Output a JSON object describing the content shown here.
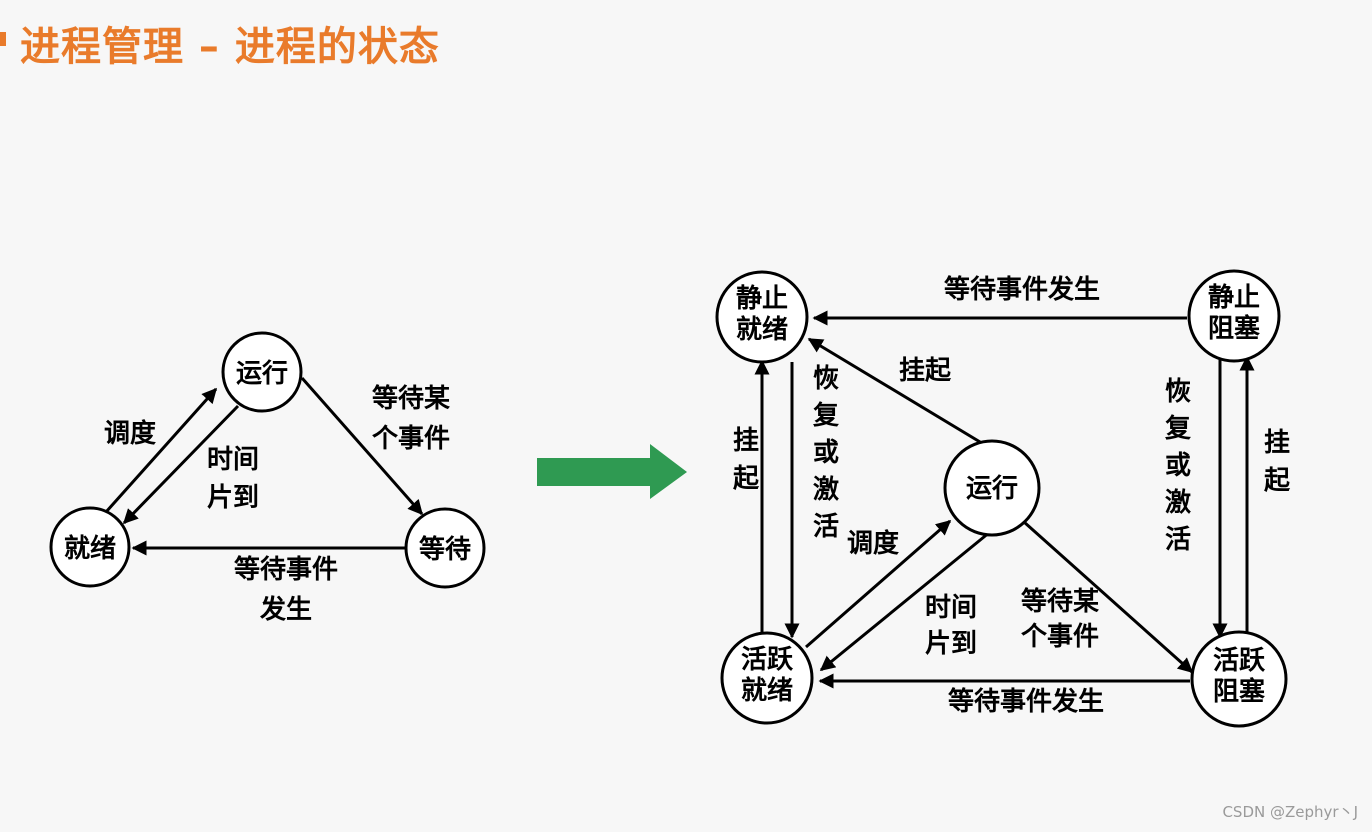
{
  "title": "进程管理 – 进程的状态",
  "watermark": "CSDN @Zephyr丶J",
  "colors": {
    "title": "#e97b2b",
    "arrow_green": "#2f9a52",
    "stroke": "#000000"
  },
  "left": {
    "nodes": {
      "running": "运行",
      "ready": "就绪",
      "waiting": "等待"
    },
    "edges": {
      "schedule": "调度",
      "timeslice_l1": "时间",
      "timeslice_l2": "片到",
      "wait_event_l1": "等待某",
      "wait_event_l2": "个事件",
      "event_occurs_l1": "等待事件",
      "event_occurs_l2": "发生"
    }
  },
  "right": {
    "nodes": {
      "static_ready_l1": "静止",
      "static_ready_l2": "就绪",
      "static_blocked_l1": "静止",
      "static_blocked_l2": "阻塞",
      "running": "运行",
      "active_ready_l1": "活跃",
      "active_ready_l2": "就绪",
      "active_blocked_l1": "活跃",
      "active_blocked_l2": "阻塞"
    },
    "edges": {
      "event_occurs_top": "等待事件发生",
      "event_occurs_bottom": "等待事件发生",
      "suspend_from_running": "挂起",
      "suspend_left": [
        "挂",
        "起"
      ],
      "resume_left": [
        "恢",
        "复",
        "或",
        "激",
        "活"
      ],
      "resume_right": [
        "恢",
        "复",
        "或",
        "激",
        "活"
      ],
      "suspend_right": [
        "挂",
        "起"
      ],
      "schedule": "调度",
      "timeslice_l1": "时间",
      "timeslice_l2": "片到",
      "wait_event_l1": "等待某",
      "wait_event_l2": "个事件"
    }
  }
}
